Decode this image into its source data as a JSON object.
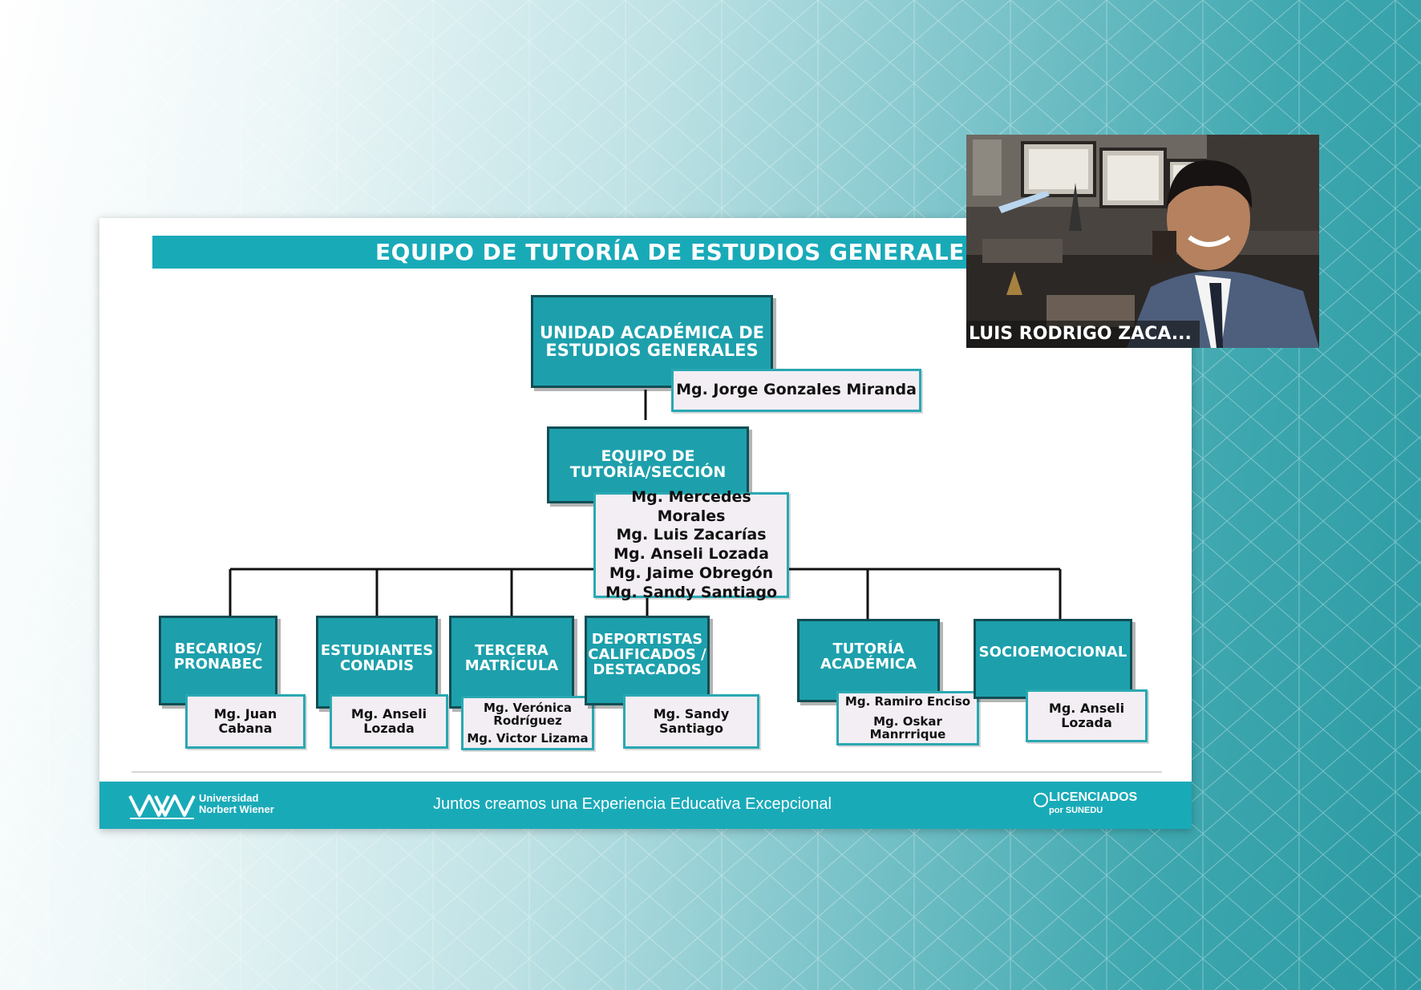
{
  "slide": {
    "title": "EQUIPO DE TUTORÍA DE ESTUDIOS GENERALES",
    "root": {
      "label_line1": "UNIDAD ACADÉMICA DE",
      "label_line2": "ESTUDIOS GENERALES",
      "person": "Mg. Jorge Gonzales Miranda"
    },
    "team": {
      "label_line1": "EQUIPO DE",
      "label_line2": "TUTORÍA/SECCIÓN",
      "members": [
        "Mg. Mercedes Morales",
        "Mg. Luis Zacarías",
        "Mg. Anseli Lozada",
        "Mg. Jaime Obregón",
        "Mg. Sandy Santiago"
      ]
    },
    "units": [
      {
        "lines": [
          "BECARIOS/",
          "PRONABEC"
        ],
        "people": [
          "Mg. Juan",
          "Cabana"
        ]
      },
      {
        "lines": [
          "ESTUDIANTES",
          "CONADIS"
        ],
        "people": [
          "Mg. Anseli",
          "Lozada"
        ]
      },
      {
        "lines": [
          "TERCERA",
          "MATRÍCULA"
        ],
        "people": [
          "Mg. Verónica",
          "Rodríguez",
          "Mg. Victor Lizama"
        ]
      },
      {
        "lines": [
          "DEPORTISTAS",
          "CALIFICADOS /",
          "DESTACADOS"
        ],
        "people": [
          "Mg. Sandy",
          "Santiago"
        ]
      },
      {
        "lines": [
          "TUTORÍA",
          "ACADÉMICA"
        ],
        "people": [
          "Mg. Ramiro  Enciso",
          "Mg. Oskar",
          "Manrrrique"
        ]
      },
      {
        "lines": [
          "SOCIOEMOCIONAL"
        ],
        "people": [
          "Mg. Anseli",
          "Lozada"
        ]
      }
    ],
    "footer": {
      "university_line1": "Universidad",
      "university_line2": "Norbert Wiener",
      "slogan": "Juntos creamos una Experiencia Educativa Excepcional",
      "license_line1": "LICENCIADOS",
      "license_line2": "por SUNEDU"
    }
  },
  "video": {
    "participant_name": "LUIS RODRIGO ZACA..."
  },
  "colors": {
    "teal": "#19aab8",
    "box_teal": "#1da0ac",
    "name_bg": "#f3eef4"
  }
}
